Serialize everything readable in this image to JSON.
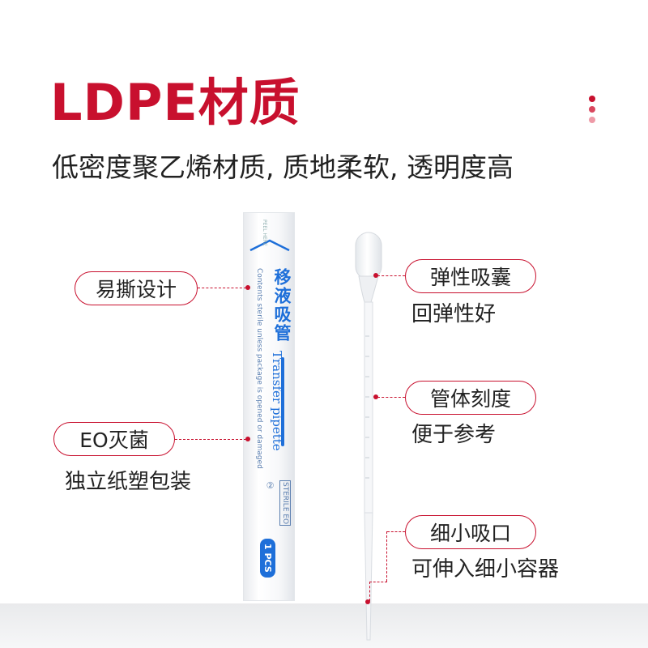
{
  "header": {
    "title": "LDPE材质",
    "subtitle": "低密度聚乙烯材质, 质地柔软, 透明度高"
  },
  "dots": [
    "#c8102e",
    "#d9475e",
    "#ee9aa7"
  ],
  "left_features": [
    {
      "label": "易撕设计",
      "caption": ""
    },
    {
      "label": "EO灭菌",
      "caption": "独立纸塑包装"
    }
  ],
  "right_features": [
    {
      "label": "弹性吸囊",
      "caption": "回弹性好"
    },
    {
      "label": "管体刻度",
      "caption": "便于参考"
    },
    {
      "label": "细小吸口",
      "caption": "可伸入细小容器"
    }
  ],
  "package": {
    "peel_text": "PEEL HERE",
    "name_cn": "移液吸管",
    "name_en": "Transfer pipette",
    "notice": "Contents sterile unless package is opened or damaged",
    "sterile": "STERILE EO",
    "single_use": "②",
    "count": "1 PCS"
  },
  "colors": {
    "accent": "#c8102e",
    "package_blue": "#1e6fd9"
  }
}
